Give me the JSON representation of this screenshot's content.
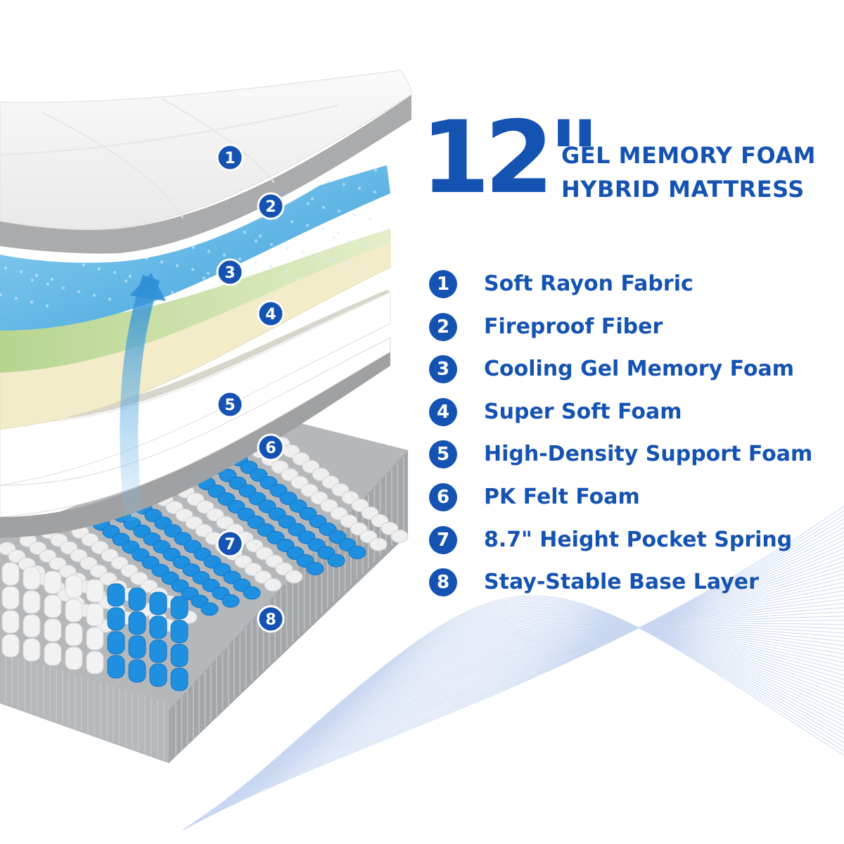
{
  "heading": {
    "size": "12\"",
    "line1": "GEL MEMORY FOAM",
    "line2": "HYBRID MATTRESS"
  },
  "layers": [
    {
      "number": "1",
      "label": "Soft Rayon Fabric"
    },
    {
      "number": "2",
      "label": "Fireproof Fiber"
    },
    {
      "number": "3",
      "label": "Cooling Gel Memory Foam"
    },
    {
      "number": "4",
      "label": "Super Soft Foam"
    },
    {
      "number": "5",
      "label": "High-Density Support Foam"
    },
    {
      "number": "6",
      "label": "PK Felt Foam"
    },
    {
      "number": "7",
      "label": "8.7\" Height Pocket Spring"
    },
    {
      "number": "8",
      "label": "Stay-Stable Base Layer"
    }
  ],
  "colors": {
    "brand_blue": "#1553b3",
    "gel_blue": "#5bb8e6",
    "spring_blue": "#1f8fe0",
    "foam_green": "#c9dfa6",
    "foam_cream": "#f3eccb",
    "base_gray": "#b9bcbf"
  }
}
